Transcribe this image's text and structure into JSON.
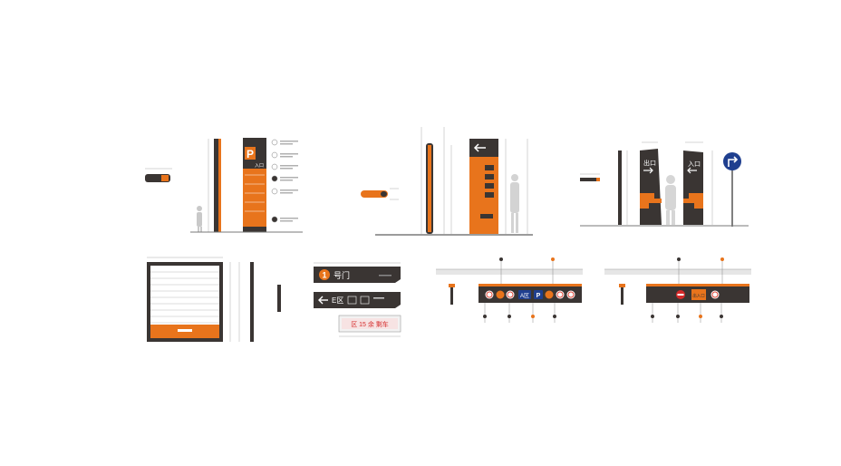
{
  "colors": {
    "orange": "#e8741c",
    "dark": "#3a3533",
    "gray": "#8a8a8a",
    "light_gray": "#d8d8d8",
    "dim_line": "#9a9a9a",
    "road_sign_blue": "#1f3f8f",
    "white": "#ffffff",
    "ground": "#7a7a7a"
  },
  "sign_text": {
    "parking_letter": "P",
    "entrance_label": "入口",
    "exit_label": "出口",
    "gate_number": "1",
    "gate_label": "号门",
    "exit_code": "E区",
    "bay_code": "A区",
    "parking_code": "P",
    "led_text": "区 15 余 剩车",
    "orange_bar_label": "出入口"
  },
  "icons": {
    "arrow_left": "arrow-left-icon",
    "arrow_right": "arrow-right-icon",
    "road_turn": "turn-right-road-sign-icon",
    "person": "person-silhouette-icon",
    "no_entry": "no-entry-icon"
  }
}
